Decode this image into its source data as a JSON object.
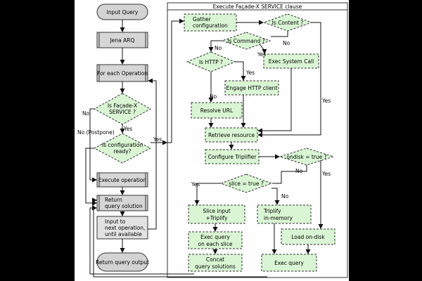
{
  "diagram": {
    "container_title": "Execute Façade-X SERVICE clause",
    "nodes": {
      "input_query": "Input Query",
      "jena_arq": "Jena ARQ",
      "for_each_op": "For each Operation",
      "is_facadex": [
        "Is Façade-X",
        "SERVICE ?"
      ],
      "is_config_ready": [
        "Is configuration",
        "ready?"
      ],
      "exec_operation": "Execute operation",
      "return_query_solution": [
        "Return",
        "query solution"
      ],
      "input_next_op": [
        "Input to",
        "next operation,",
        "until available"
      ],
      "return_query_output": "Return query output",
      "gather_config": [
        "Gather",
        "configuration"
      ],
      "is_content": "Is Content ?",
      "is_command": "Is Command ?",
      "exec_system_call": "Exec System Call",
      "is_http": "Is HTTP ?",
      "engage_http": "Engage HTTP client",
      "resolve_url": "Resolve URL",
      "retrieve_resource": "Retrieve resource",
      "configure_triplifier": "Configure Triplifier",
      "ondisk": "ondisk = true ?",
      "slice": "slice = true ?",
      "slice_input": [
        "Slice input",
        "+Triplify"
      ],
      "triplify_inmemory": [
        "Triplify",
        "in-memory"
      ],
      "load_ondisk": "Load on-disk",
      "exec_query_slice": [
        "Exec query",
        "on each slice"
      ],
      "concat_query": [
        "Concat",
        "query solutions"
      ],
      "exec_query": "Exec query"
    },
    "edge_labels": {
      "no": "No",
      "yes": "Yes",
      "no_postpone": "No (Postpone)"
    }
  }
}
